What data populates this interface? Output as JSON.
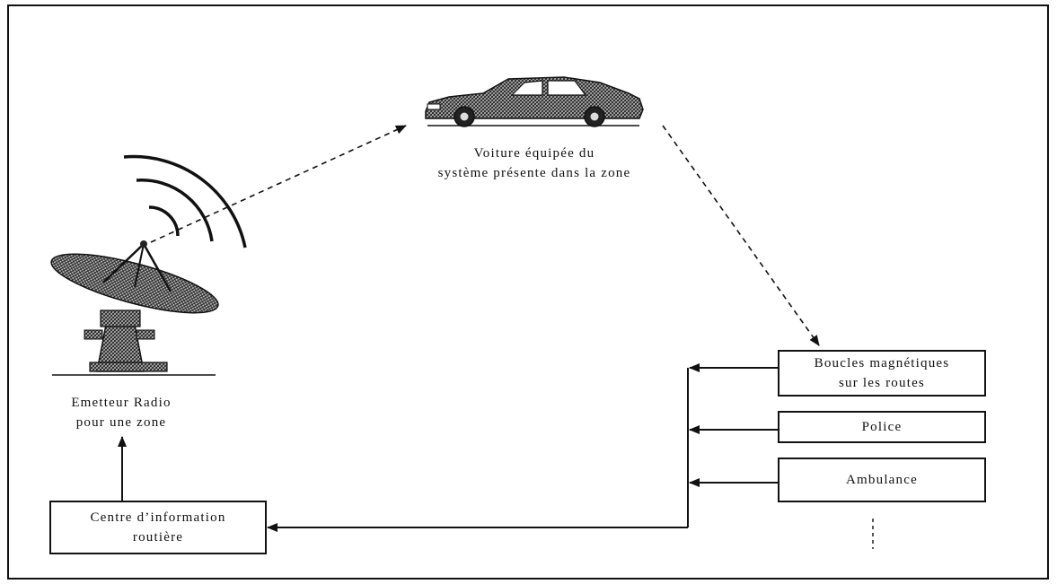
{
  "car_caption": {
    "line1": "Voiture équipée du",
    "line2": "système présente dans la zone"
  },
  "antenna_caption": {
    "line1": "Emetteur Radio",
    "line2": "pour une zone"
  },
  "boxes": {
    "loops": {
      "line1": "Boucles magnétiques",
      "line2": "sur les routes"
    },
    "police": {
      "line1": "Police"
    },
    "ambulance": {
      "line1": "Ambulance"
    },
    "info_center": {
      "line1": "Centre d’information",
      "line2": "routière"
    }
  },
  "colors": {
    "ink": "#111111",
    "car_body": "#3a3a3a",
    "background": "#ffffff"
  }
}
